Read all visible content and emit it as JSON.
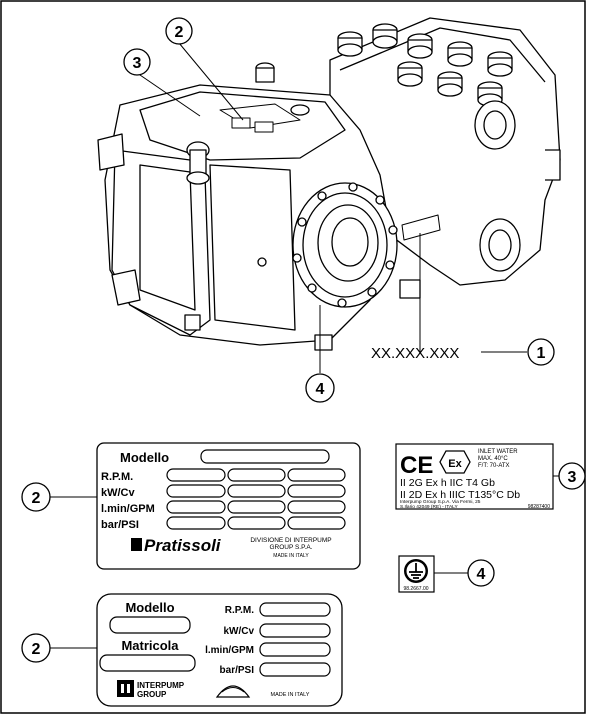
{
  "callouts": {
    "top_2": "2",
    "top_3": "3",
    "pump_1": "1",
    "pump_4": "4",
    "plate_2": "2",
    "ce_3": "3",
    "ground_4": "4",
    "plate2_2": "2"
  },
  "serial_label": "XX.XXX.XXX",
  "plate1": {
    "title": "Modello",
    "rows": [
      "R.P.M.",
      "kW/Cv",
      "l.min/GPM",
      "bar/PSI"
    ],
    "brand": "Pratissoli",
    "division": [
      "DIVISIONE DI INTERPUMP",
      "GROUP S.P.A.",
      "MADE IN ITALY"
    ]
  },
  "ce_label": {
    "ce_mark": "CE",
    "ex_mark": "Ex",
    "inlet": [
      "INLET WATER",
      "MAX. 40°C",
      "F/T: 70-ATX"
    ],
    "line1": "II 2G Ex h IIC T4 Gb",
    "line2": "II 2D Ex h IIIC T135°C Db",
    "address": [
      "Interpump Group S.p.A. Via Fermi, 25",
      "S.Ilario 42049 (RE) - ITALY"
    ],
    "code": "98287400"
  },
  "ground_label": {
    "code": "98.2667.00"
  },
  "plate2": {
    "model": "Modello",
    "serial": "Matricola",
    "rows": [
      "R.P.M.",
      "kW/Cv",
      "l.min/GPM",
      "bar/PSI"
    ],
    "brand": [
      "INTERPUMP",
      "GROUP"
    ],
    "made": "MADE IN ITALY"
  }
}
